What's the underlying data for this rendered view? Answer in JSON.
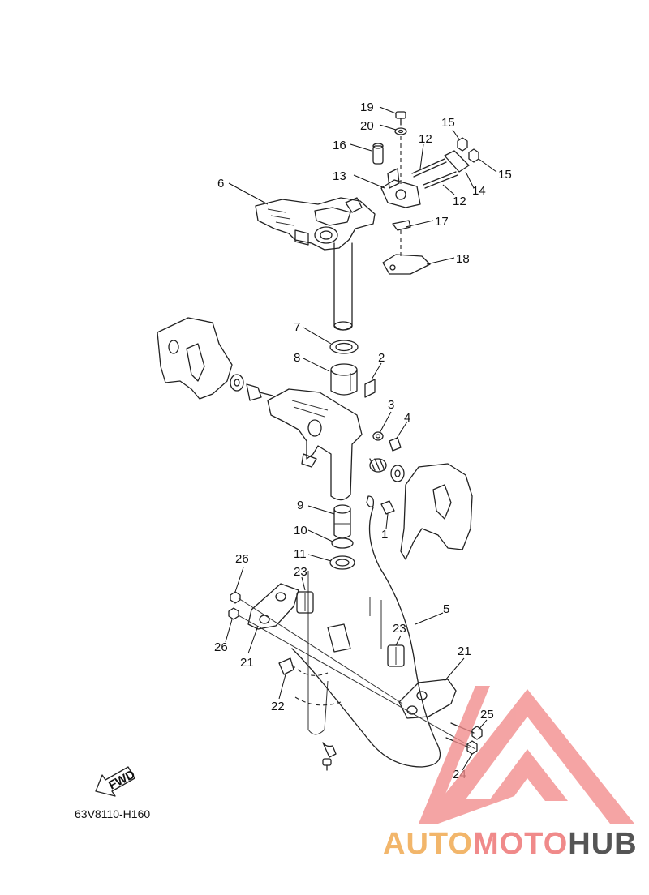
{
  "diagram": {
    "part_code": "63V8110-H160",
    "fwd_label": "FWD",
    "callouts": [
      {
        "id": "19",
        "label": "19"
      },
      {
        "id": "20",
        "label": "20"
      },
      {
        "id": "16",
        "label": "16"
      },
      {
        "id": "15a",
        "label": "15"
      },
      {
        "id": "15b",
        "label": "15"
      },
      {
        "id": "12a",
        "label": "12"
      },
      {
        "id": "12b",
        "label": "12"
      },
      {
        "id": "14",
        "label": "14"
      },
      {
        "id": "13",
        "label": "13"
      },
      {
        "id": "6",
        "label": "6"
      },
      {
        "id": "17",
        "label": "17"
      },
      {
        "id": "18",
        "label": "18"
      },
      {
        "id": "7",
        "label": "7"
      },
      {
        "id": "8",
        "label": "8"
      },
      {
        "id": "2",
        "label": "2"
      },
      {
        "id": "3",
        "label": "3"
      },
      {
        "id": "4",
        "label": "4"
      },
      {
        "id": "9",
        "label": "9"
      },
      {
        "id": "1",
        "label": "1"
      },
      {
        "id": "10",
        "label": "10"
      },
      {
        "id": "11",
        "label": "11"
      },
      {
        "id": "26a",
        "label": "26"
      },
      {
        "id": "26b",
        "label": "26"
      },
      {
        "id": "23a",
        "label": "23"
      },
      {
        "id": "23b",
        "label": "23"
      },
      {
        "id": "5",
        "label": "5"
      },
      {
        "id": "21a",
        "label": "21"
      },
      {
        "id": "21b",
        "label": "21"
      },
      {
        "id": "22",
        "label": "22"
      },
      {
        "id": "25",
        "label": "25"
      },
      {
        "id": "24",
        "label": "24"
      }
    ]
  },
  "watermark": {
    "part1": "AUTO",
    "part2": "MOTO",
    "part3": "HUB",
    "colors": {
      "auto": "#f2b66b",
      "moto": "#f08a8a",
      "hub": "#555555",
      "triangle": "#f28b8b"
    }
  }
}
